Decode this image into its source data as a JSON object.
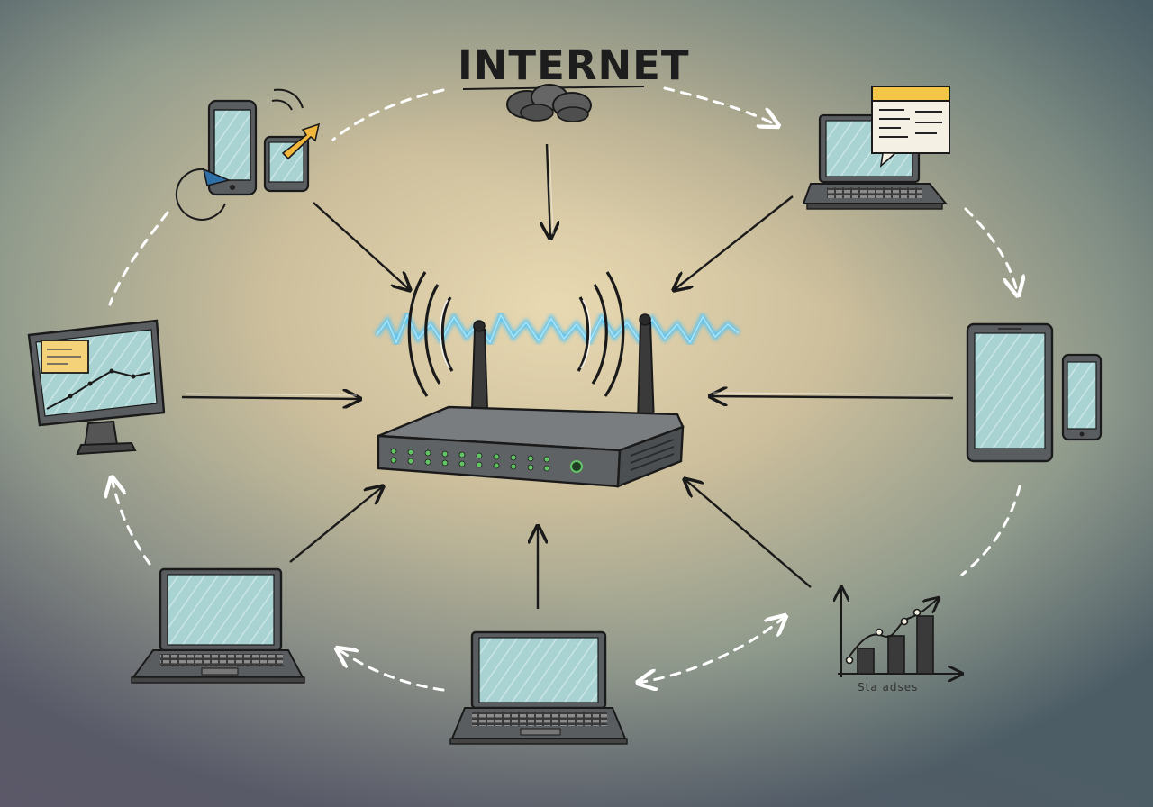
{
  "diagram": {
    "title": "INTERNET",
    "stats_caption": "Sta adses",
    "colors": {
      "screen": "#a9d3d3",
      "router_body": "#6a6d70",
      "led": "#63c466",
      "signal": "#4fc3f7",
      "note": "#f3d27a",
      "arrow_dashed": "#ffffff",
      "arrow_solid": "#1a1a1a"
    },
    "nodes": [
      {
        "name": "internet-cloud",
        "icon": "cloud-icon"
      },
      {
        "name": "router",
        "icon": "router-icon"
      },
      {
        "name": "phone-tablet-group",
        "icon": "phone-icon"
      },
      {
        "name": "laptop-with-document",
        "icon": "laptop-icon"
      },
      {
        "name": "desktop-monitor",
        "icon": "monitor-icon"
      },
      {
        "name": "tablet-phone-right",
        "icon": "tablet-icon"
      },
      {
        "name": "laptop-bottom-left",
        "icon": "laptop-icon"
      },
      {
        "name": "laptop-bottom-center",
        "icon": "laptop-icon"
      },
      {
        "name": "statistics-chart",
        "icon": "bar-chart-icon"
      }
    ]
  }
}
